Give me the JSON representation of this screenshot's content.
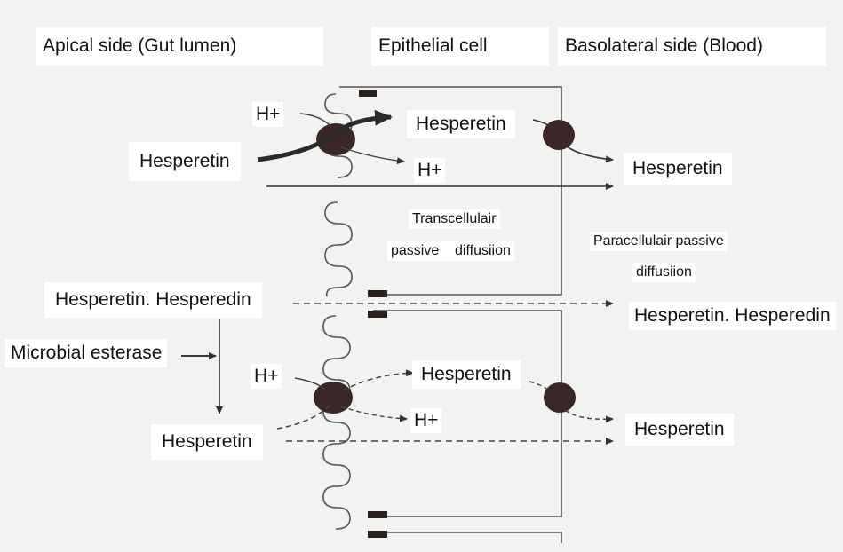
{
  "headers": {
    "apical": "Apical side (Gut lumen)",
    "epithelial": "Epithelial cell",
    "basolateral": "Basolateral side (Blood)"
  },
  "labels": {
    "h_plus_top_left": "H+",
    "hesperetin_cell_top": "Hesperetin",
    "hesperetin_lumen_top": "Hesperetin",
    "h_plus_top_inner": "H+",
    "hesperetin_blood_top": "Hesperetin",
    "transcellular_line1": "Transcellulair",
    "transcellular_line2": "passive    diffusiion",
    "paracellular_line1": "Paracellulair passive",
    "paracellular_line2": "diffusiion",
    "hesperetin_hesperedin_lumen": "Hesperetin. Hesperedin",
    "hesperetin_hesperedin_blood": "Hesperetin. Hesperedin",
    "microbial_esterase": "Microbial esterase",
    "h_plus_bottom_left": "H+",
    "hesperetin_cell_bottom": "Hesperetin",
    "h_plus_bottom_inner": "H+",
    "hesperetin_lumen_bottom": "Hesperetin",
    "hesperetin_blood_bottom": "Hesperetin"
  },
  "colors": {
    "transporter": "#3a2626",
    "line": "#333333",
    "background": "#f2f2f1"
  }
}
